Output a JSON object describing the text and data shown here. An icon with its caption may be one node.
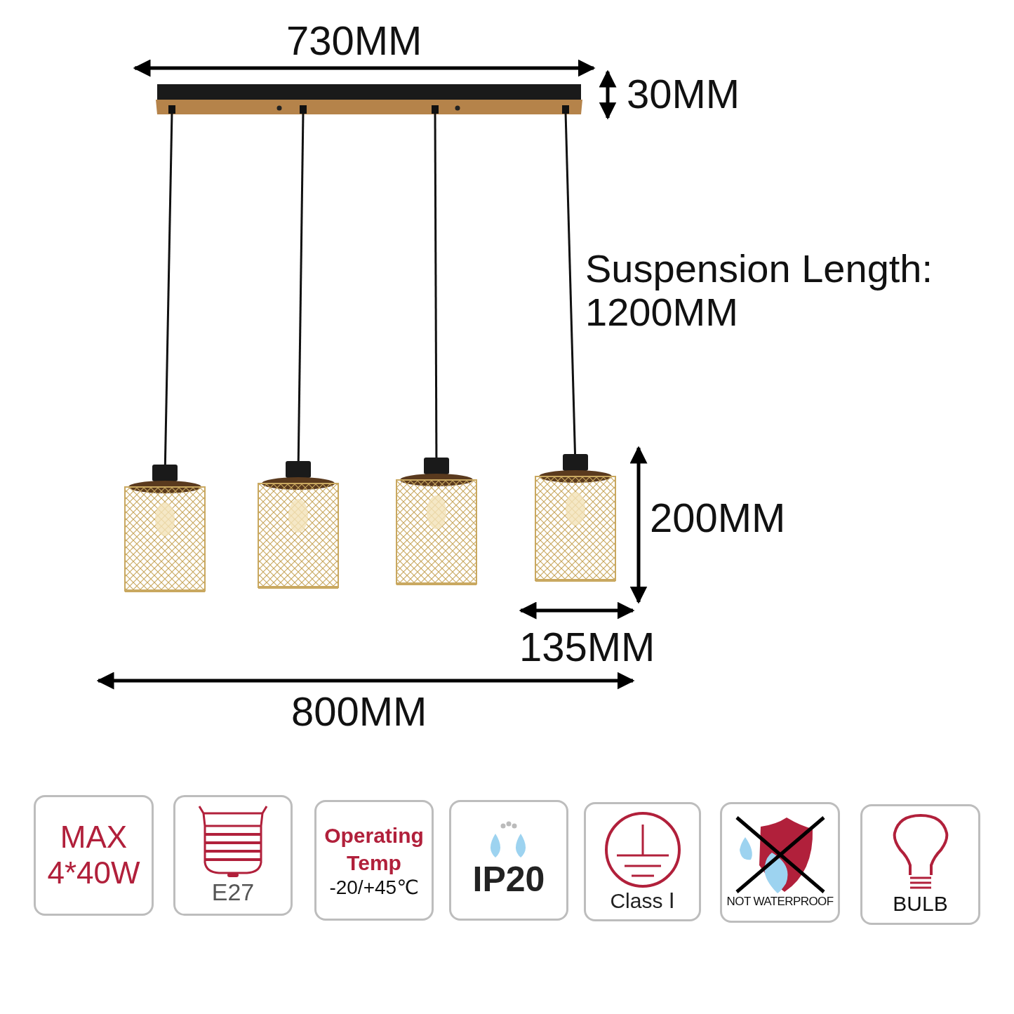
{
  "diagram": {
    "nodes": [
      {
        "text": [
          "MAX 4*40W"
        ]
      },
      {
        "text": [
          "E27"
        ]
      },
      {
        "text": [
          "Operating Temp",
          "-20/+45℃"
        ]
      },
      {
        "text": [
          "IP20"
        ]
      },
      {
        "text": [
          "Class Ⅰ"
        ]
      },
      {
        "text": [
          "NOT WATERPROOF"
        ]
      },
      {
        "text": [
          "BULB"
        ]
      }
    ],
    "labels": [
      "730MM",
      "30MM",
      "Suspension Length: 1200MM",
      "200MM",
      "135MM",
      "800MM"
    ]
  }
}
